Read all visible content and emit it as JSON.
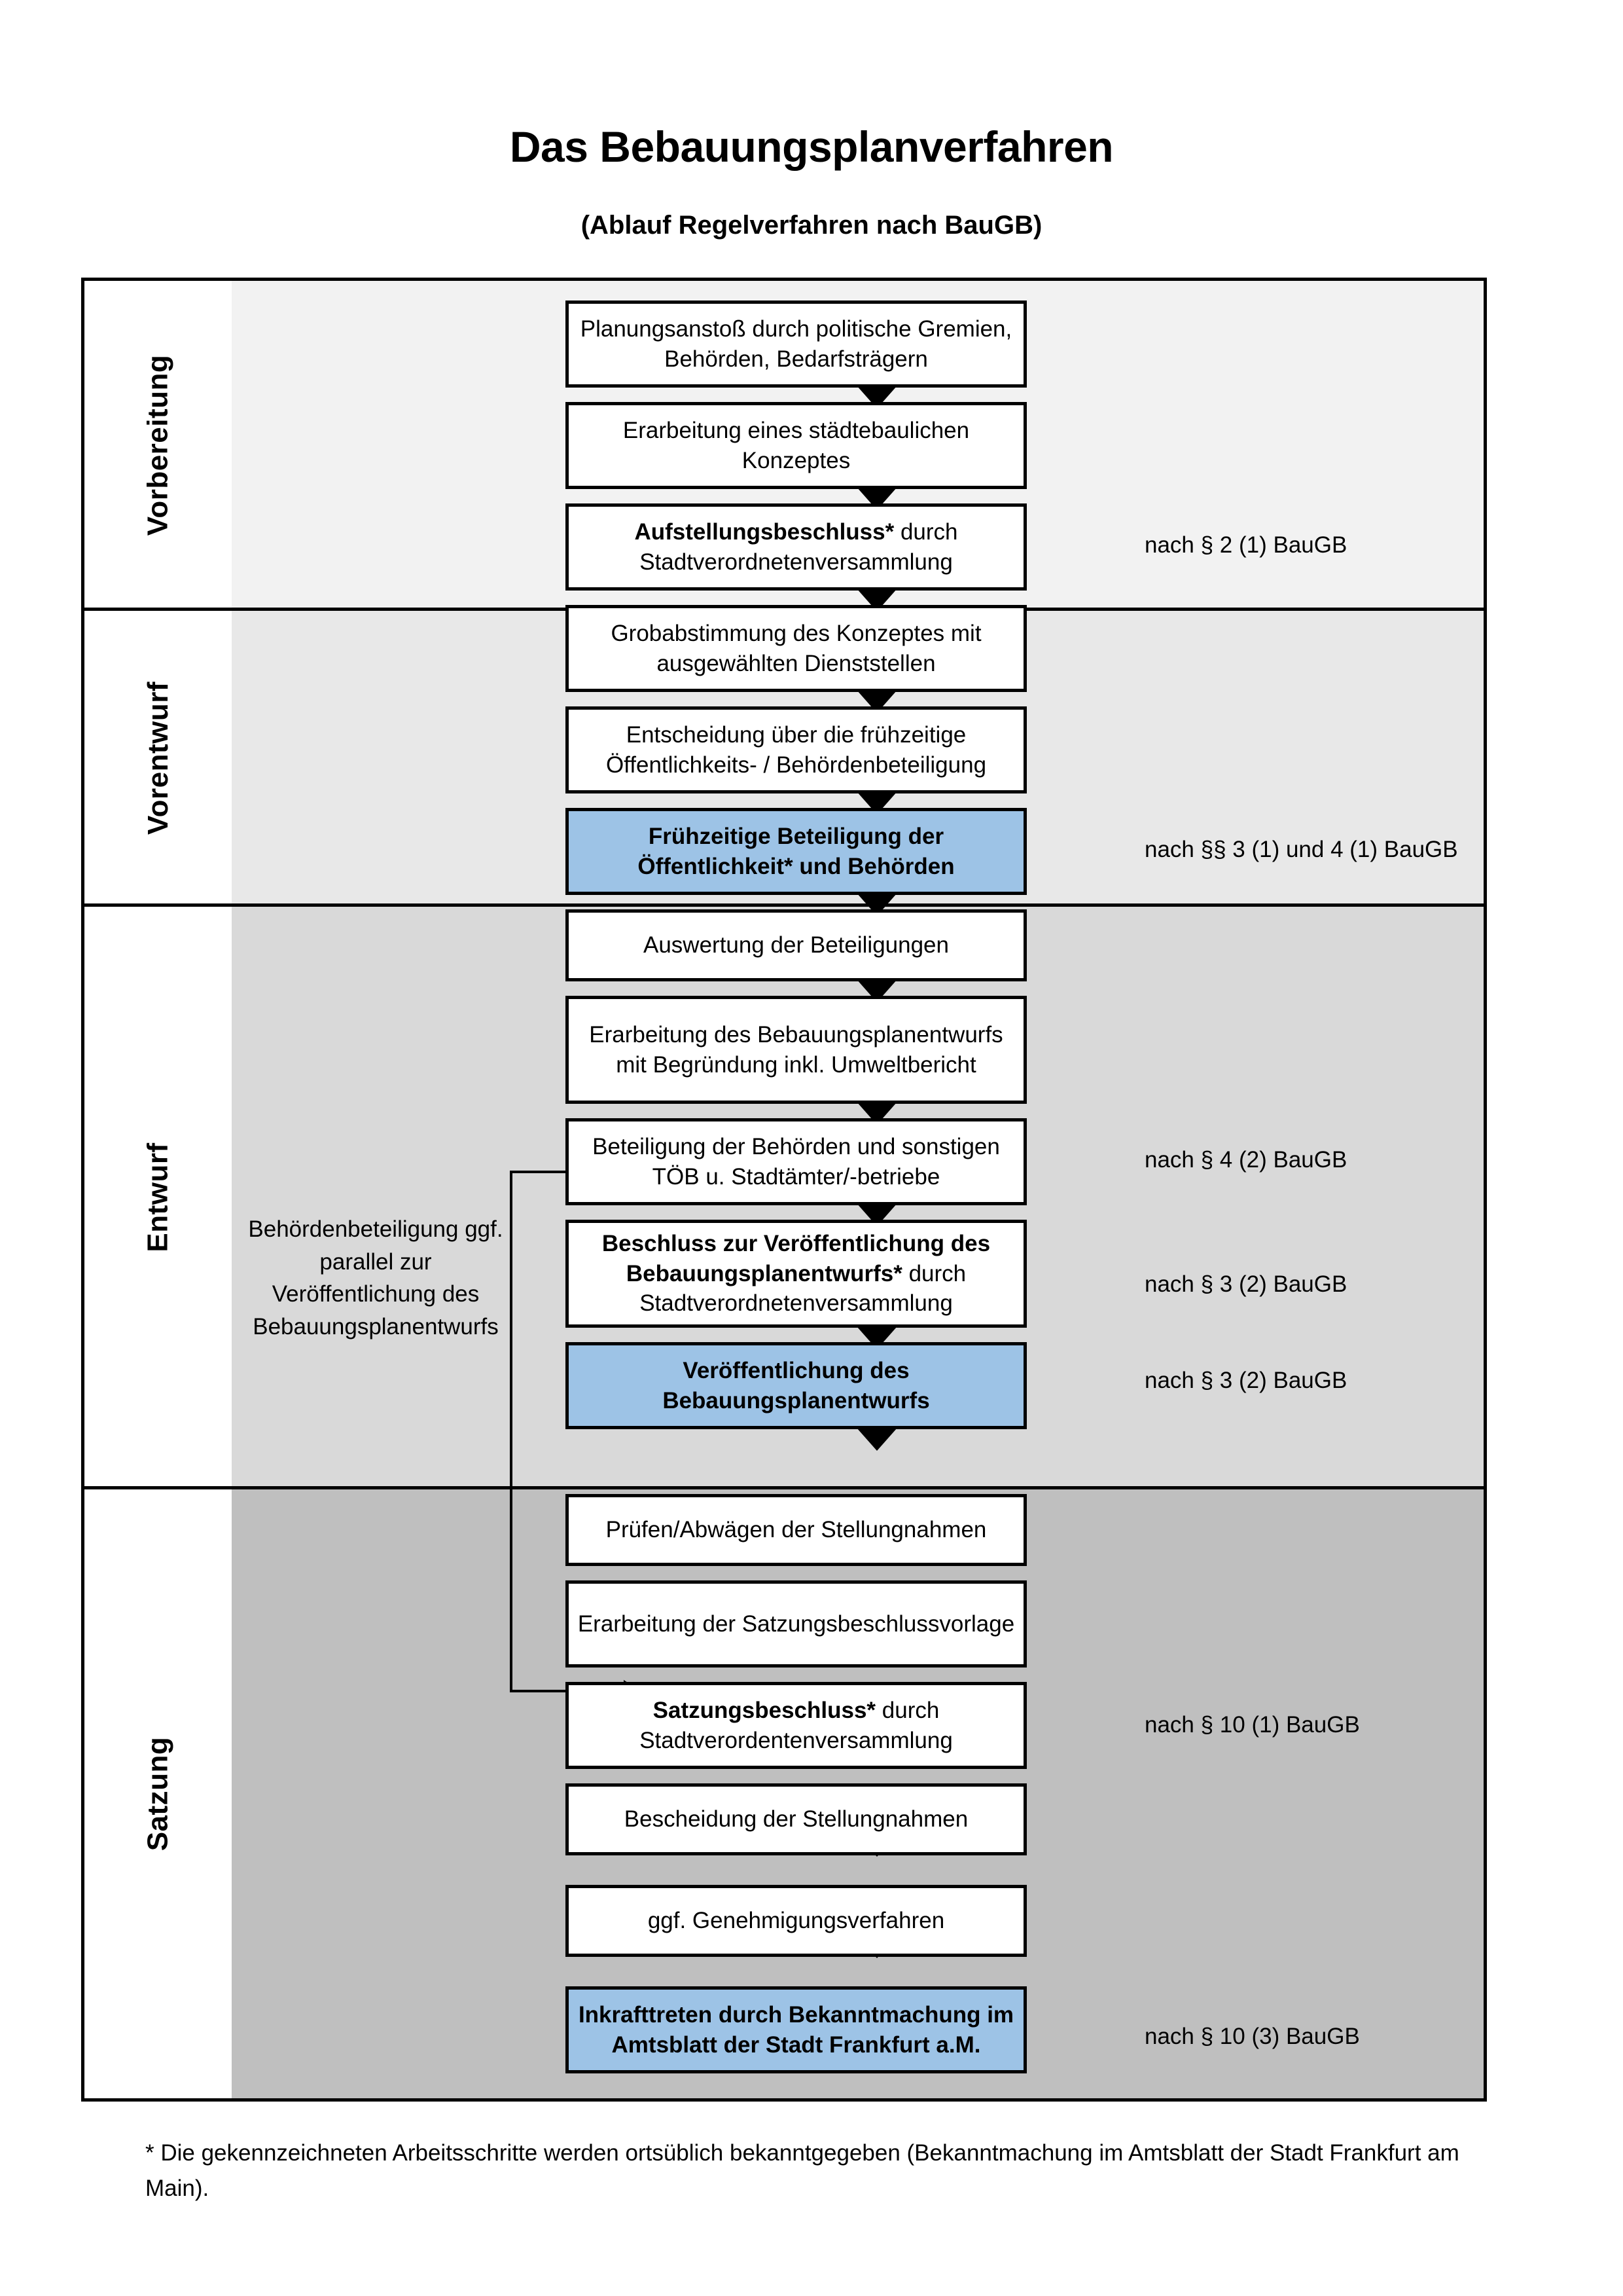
{
  "header": {
    "title": "Das Bebauungsplanverfahren",
    "subtitle": "(Ablauf Regelverfahren nach BauGB)"
  },
  "phases": [
    {
      "label": "Vorbereitung"
    },
    {
      "label": "Vorentwurf"
    },
    {
      "label": "Entwurf"
    },
    {
      "label": "Satzung"
    }
  ],
  "steps": [
    {
      "id": "planungsanstoss",
      "text": "Planungsanstoß durch politische Gremien, Behörden, Bedarfsträgern",
      "bold_prefix": "",
      "highlight": false
    },
    {
      "id": "staedtebauliches-konzept",
      "text": "Erarbeitung eines städtebaulichen Konzeptes",
      "bold_prefix": "",
      "highlight": false
    },
    {
      "id": "aufstellungsbeschluss",
      "text": " durch Stadtverordnetenversammlung",
      "bold_prefix": "Aufstellungsbeschluss*",
      "highlight": false
    },
    {
      "id": "grobabstimmung",
      "text": "Grobabstimmung des Konzeptes mit ausgewählten Dienststellen",
      "bold_prefix": "",
      "highlight": false
    },
    {
      "id": "entscheidung-fruehzeitige",
      "text": "Entscheidung über die frühzeitige Öffentlichkeits- / Behördenbeteiligung",
      "bold_prefix": "",
      "highlight": false
    },
    {
      "id": "fruehzeitige-beteiligung",
      "text": "Frühzeitige Beteiligung der Öffentlichkeit* und Behörden",
      "bold_prefix": "",
      "highlight": true
    },
    {
      "id": "auswertung-beteiligungen",
      "text": "Auswertung der Beteiligungen",
      "bold_prefix": "",
      "highlight": false
    },
    {
      "id": "erarbeitung-bplanentwurf",
      "text": "Erarbeitung des Bebauungsplanentwurfs mit Begründung inkl. Umweltbericht",
      "bold_prefix": "",
      "highlight": false
    },
    {
      "id": "beteiligung-behoerden",
      "text": "Beteiligung der Behörden und sonstigen TÖB u. Stadtämter/-betriebe",
      "bold_prefix": "",
      "highlight": false
    },
    {
      "id": "beschluss-veroeffentlichung",
      "text": " durch Stadtverordnetenversammlung",
      "bold_prefix": "Beschluss zur Veröffentlichung des Bebauungsplanentwurfs*",
      "highlight": false
    },
    {
      "id": "veroeffentlichung-entwurf",
      "text": "Veröffentlichung des Bebauungsplanentwurfs",
      "bold_prefix": "",
      "highlight": true
    },
    {
      "id": "pruefen-abwaegen",
      "text": "Prüfen/Abwägen der Stellungnahmen",
      "bold_prefix": "",
      "highlight": false
    },
    {
      "id": "erarbeitung-satzungsvorlage",
      "text": "Erarbeitung der Satzungsbeschlussvorlage",
      "bold_prefix": "",
      "highlight": false
    },
    {
      "id": "satzungsbeschluss",
      "text": " durch Stadtverordentenversammlung",
      "bold_prefix": "Satzungsbeschluss*",
      "highlight": false
    },
    {
      "id": "bescheidung-stellungnahmen",
      "text": "Bescheidung der Stellungnahmen",
      "bold_prefix": "",
      "highlight": false
    },
    {
      "id": "genehmigungsverfahren",
      "text": "ggf. Genehmigungsverfahren",
      "bold_prefix": "",
      "highlight": false
    },
    {
      "id": "inkrafttreten",
      "text": " durch Bekanntmachung im Amtsblatt der Stadt Frankfurt a.M.",
      "bold_prefix": "Inkrafttreten",
      "highlight": true
    }
  ],
  "references": [
    {
      "id": "ref-par2-1",
      "text": "nach § 2 (1) BauGB"
    },
    {
      "id": "ref-par3-1-4-1",
      "text": "nach §§ 3 (1) und 4 (1) BauGB"
    },
    {
      "id": "ref-par4-2",
      "text": "nach § 4 (2) BauGB"
    },
    {
      "id": "ref-par3-2-a",
      "text": "nach § 3 (2) BauGB"
    },
    {
      "id": "ref-par3-2-b",
      "text": "nach § 3 (2) BauGB"
    },
    {
      "id": "ref-par10-1",
      "text": "nach § 10 (1) BauGB"
    },
    {
      "id": "ref-par10-3",
      "text": "nach § 10 (3) BauGB"
    }
  ],
  "sidenote": {
    "text": "Behördenbeteiligung ggf. parallel zur Veröffentlichung des Bebauungsplanentwurfs"
  },
  "footnote": {
    "text": "* Die gekennzeichneten Arbeitsschritte werden ortsüblich bekanntgegeben (Bekanntmachung im Amtsblatt  der Stadt Frankfurt am Main)."
  },
  "colors": {
    "highlight_blue": "#9DC3E6",
    "band_vorbereitung": "#F2F2F2",
    "band_vorentwurf": "#E8E8E8",
    "band_entwurf": "#D9D9D9",
    "band_satzung": "#BFBFBF",
    "border": "#000000"
  }
}
